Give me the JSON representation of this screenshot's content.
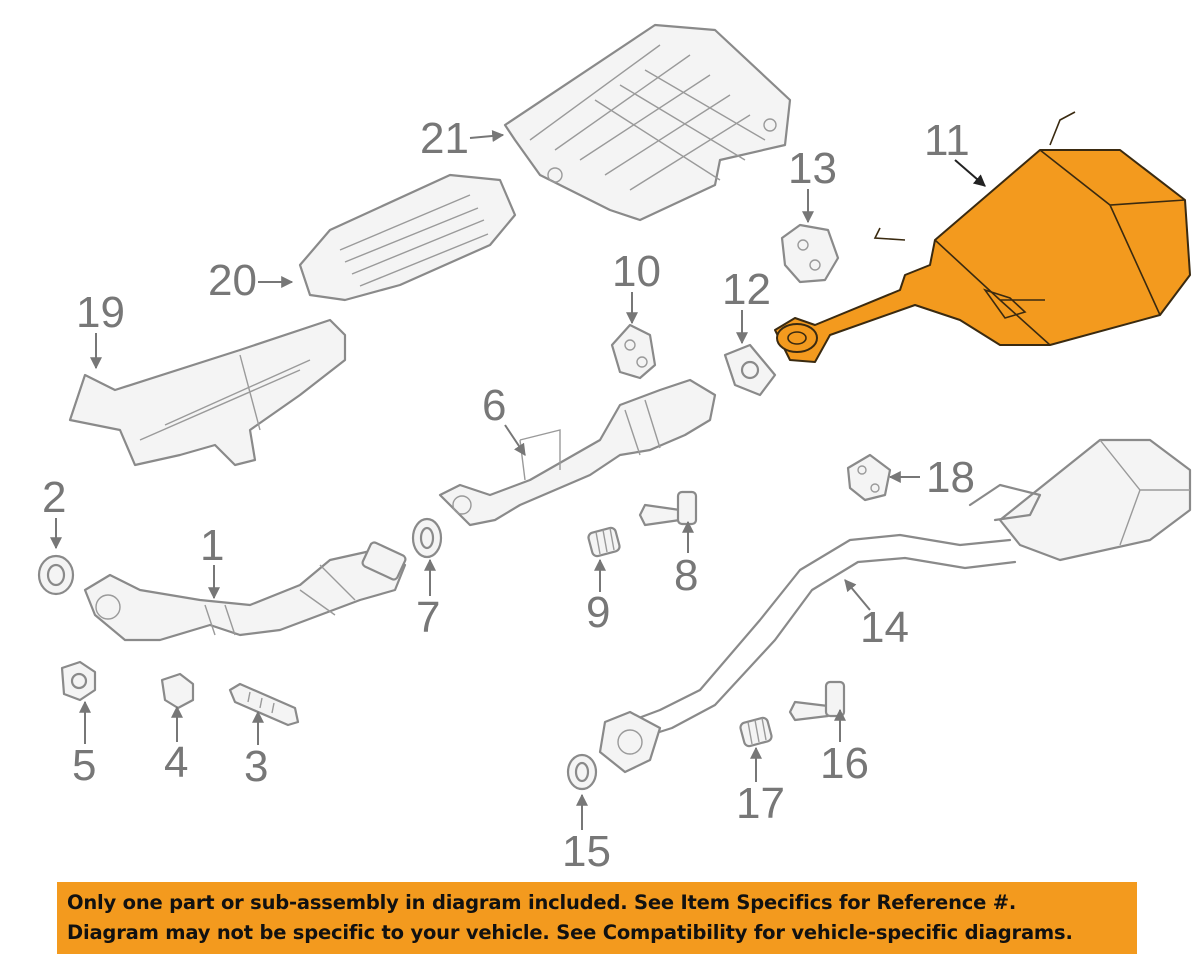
{
  "callouts": {
    "c1": "1",
    "c2": "2",
    "c3": "3",
    "c4": "4",
    "c5": "5",
    "c6": "6",
    "c7": "7",
    "c8": "8",
    "c9": "9",
    "c10": "10",
    "c11": "11",
    "c12": "12",
    "c13": "13",
    "c14": "14",
    "c15": "15",
    "c16": "16",
    "c17": "17",
    "c18": "18",
    "c19": "19",
    "c20": "20",
    "c21": "21"
  },
  "highlight": {
    "part": "11",
    "color": "#f39a1e"
  },
  "disclaimer": {
    "line1": "Only one part or sub-assembly in diagram included. See Item Specifics for Reference #.",
    "line2": "Diagram may not be specific to your vehicle. See Compatibility for vehicle-specific diagrams."
  },
  "colors": {
    "banner": "#f39a1e",
    "parts": "#8a8a8a"
  }
}
